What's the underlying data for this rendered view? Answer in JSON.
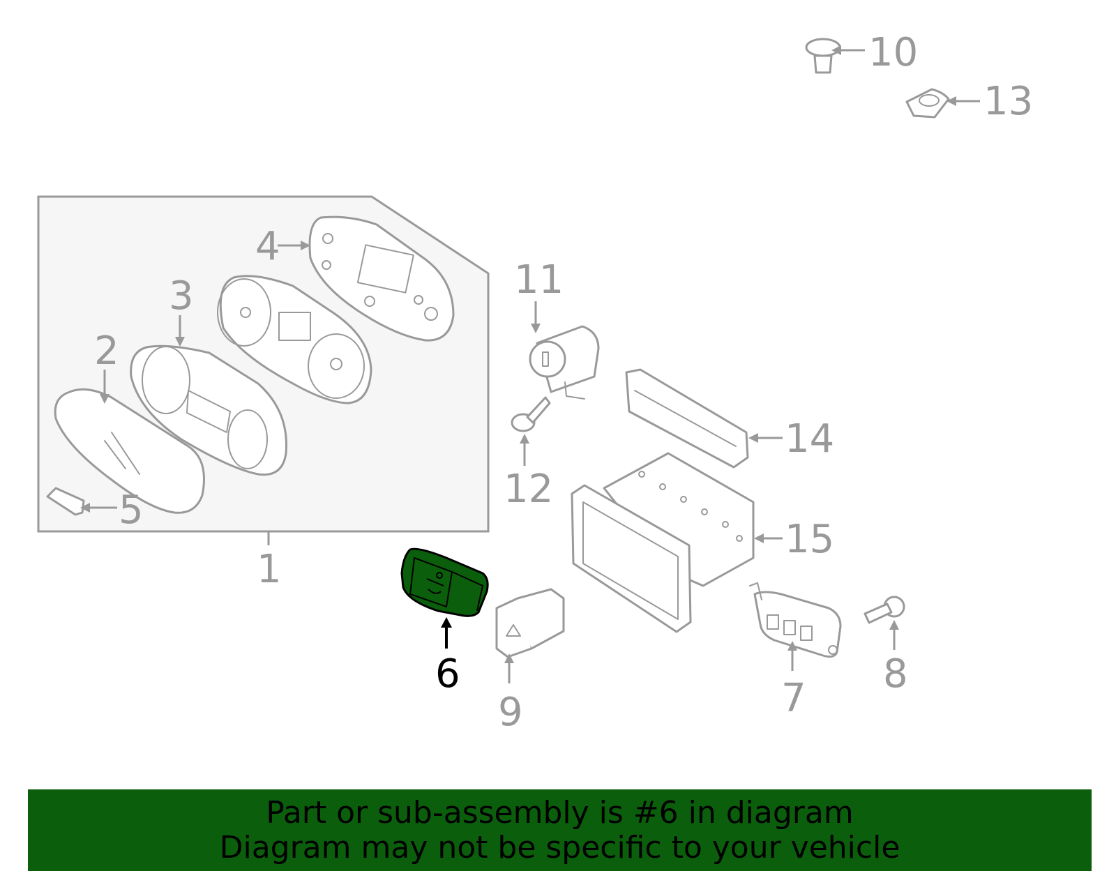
{
  "diagram": {
    "selected_part": "6",
    "callouts": [
      "1",
      "2",
      "3",
      "4",
      "5",
      "6",
      "7",
      "8",
      "9",
      "10",
      "11",
      "12",
      "13",
      "14",
      "15"
    ],
    "highlight_color": "#0b5e0b",
    "line_color": "#999999"
  },
  "banner": {
    "line1": "Part or sub-assembly is #6 in diagram",
    "line2": "Diagram may not be specific to your vehicle"
  }
}
